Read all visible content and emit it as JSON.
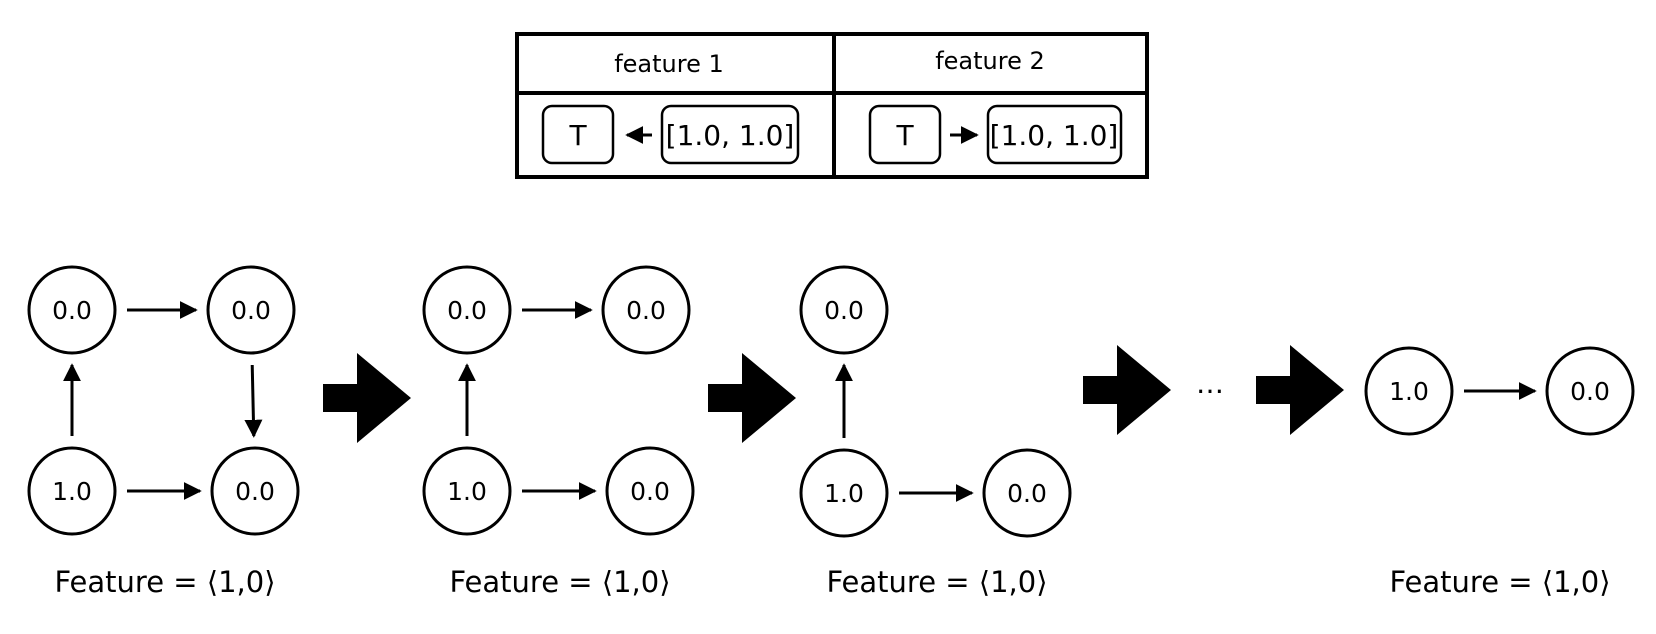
{
  "table": {
    "headers": [
      "feature 1",
      "feature 2"
    ],
    "cells": [
      {
        "left": "T",
        "arrow": "left",
        "right": "[1.0, 1.0]"
      },
      {
        "left": "T",
        "arrow": "right",
        "right": "[1.0, 1.0]"
      }
    ]
  },
  "graphs": [
    {
      "nodes": [
        {
          "id": "a",
          "value": "0.0"
        },
        {
          "id": "b",
          "value": "0.0"
        },
        {
          "id": "c",
          "value": "1.0"
        },
        {
          "id": "d",
          "value": "0.0"
        }
      ],
      "edges": [
        [
          "a",
          "b"
        ],
        [
          "c",
          "a"
        ],
        [
          "b",
          "d"
        ],
        [
          "c",
          "d"
        ]
      ],
      "caption": "Feature = ⟨1,0⟩"
    },
    {
      "nodes": [
        {
          "id": "a",
          "value": "0.0"
        },
        {
          "id": "b",
          "value": "0.0"
        },
        {
          "id": "c",
          "value": "1.0"
        },
        {
          "id": "d",
          "value": "0.0"
        }
      ],
      "edges": [
        [
          "a",
          "b"
        ],
        [
          "c",
          "a"
        ],
        [
          "c",
          "d"
        ]
      ],
      "caption": "Feature = ⟨1,0⟩"
    },
    {
      "nodes": [
        {
          "id": "a",
          "value": "0.0"
        },
        {
          "id": "c",
          "value": "1.0"
        },
        {
          "id": "d",
          "value": "0.0"
        }
      ],
      "edges": [
        [
          "c",
          "a"
        ],
        [
          "c",
          "d"
        ]
      ],
      "caption": "Feature = ⟨1,0⟩"
    },
    {
      "nodes": [
        {
          "id": "c",
          "value": "1.0"
        },
        {
          "id": "d",
          "value": "0.0"
        }
      ],
      "edges": [
        [
          "c",
          "d"
        ]
      ],
      "caption": "Feature = ⟨1,0⟩"
    }
  ],
  "ellipsis": "…"
}
